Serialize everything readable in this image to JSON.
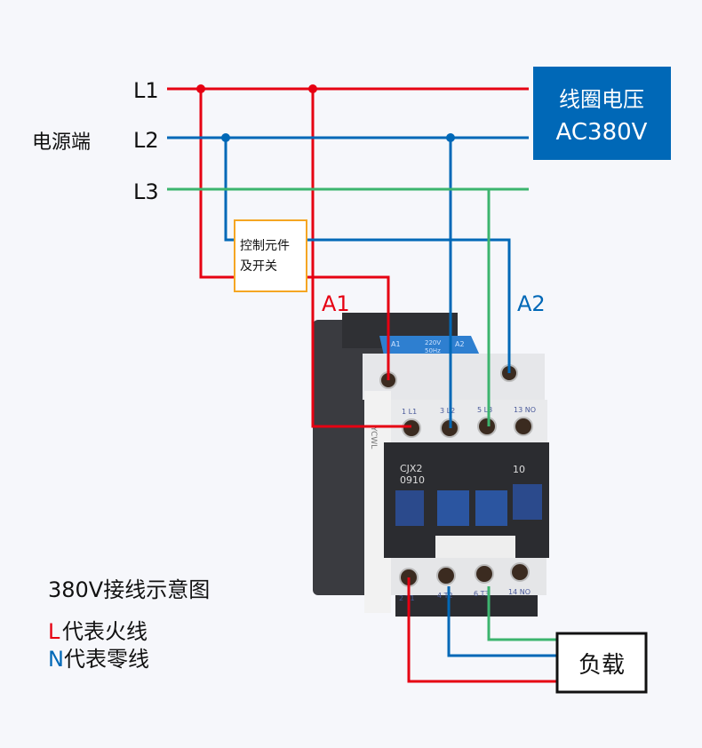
{
  "source_label": "电源端",
  "lines": {
    "l1": "L1",
    "l2": "L2",
    "l3": "L3"
  },
  "coil_box": {
    "line1": "线圈电压",
    "line2": "AC380V"
  },
  "control_box": {
    "line1": "控制元件",
    "line2": "及开关"
  },
  "coil_terminals": {
    "a1": "A1",
    "a2": "A2"
  },
  "contactor": {
    "brand": "YCWL",
    "model_line1": "CJX2",
    "model_line2": "0910",
    "contact_code": "10",
    "coil_label_a1": "A1",
    "coil_label_rating1": "220V",
    "coil_label_rating2": "50Hz",
    "coil_label_a2": "A2",
    "top_terminals": [
      "1 L1",
      "3 L2",
      "5 L3",
      "13 NO"
    ],
    "bottom_terminals": [
      "2 T1",
      "4 T2",
      "6 T3",
      "14 NO"
    ]
  },
  "load_label": "负载",
  "legend": {
    "title": "380V接线示意图",
    "l_letter": "L",
    "l_text": "代表火线",
    "n_letter": "N",
    "n_text": "代表零线"
  },
  "colors": {
    "live": "#e60012",
    "neutral_blue": "#0068b7",
    "phase3": "#3cb46e",
    "coil_box": "#0068b7",
    "control_box_border": "#f5a623"
  }
}
